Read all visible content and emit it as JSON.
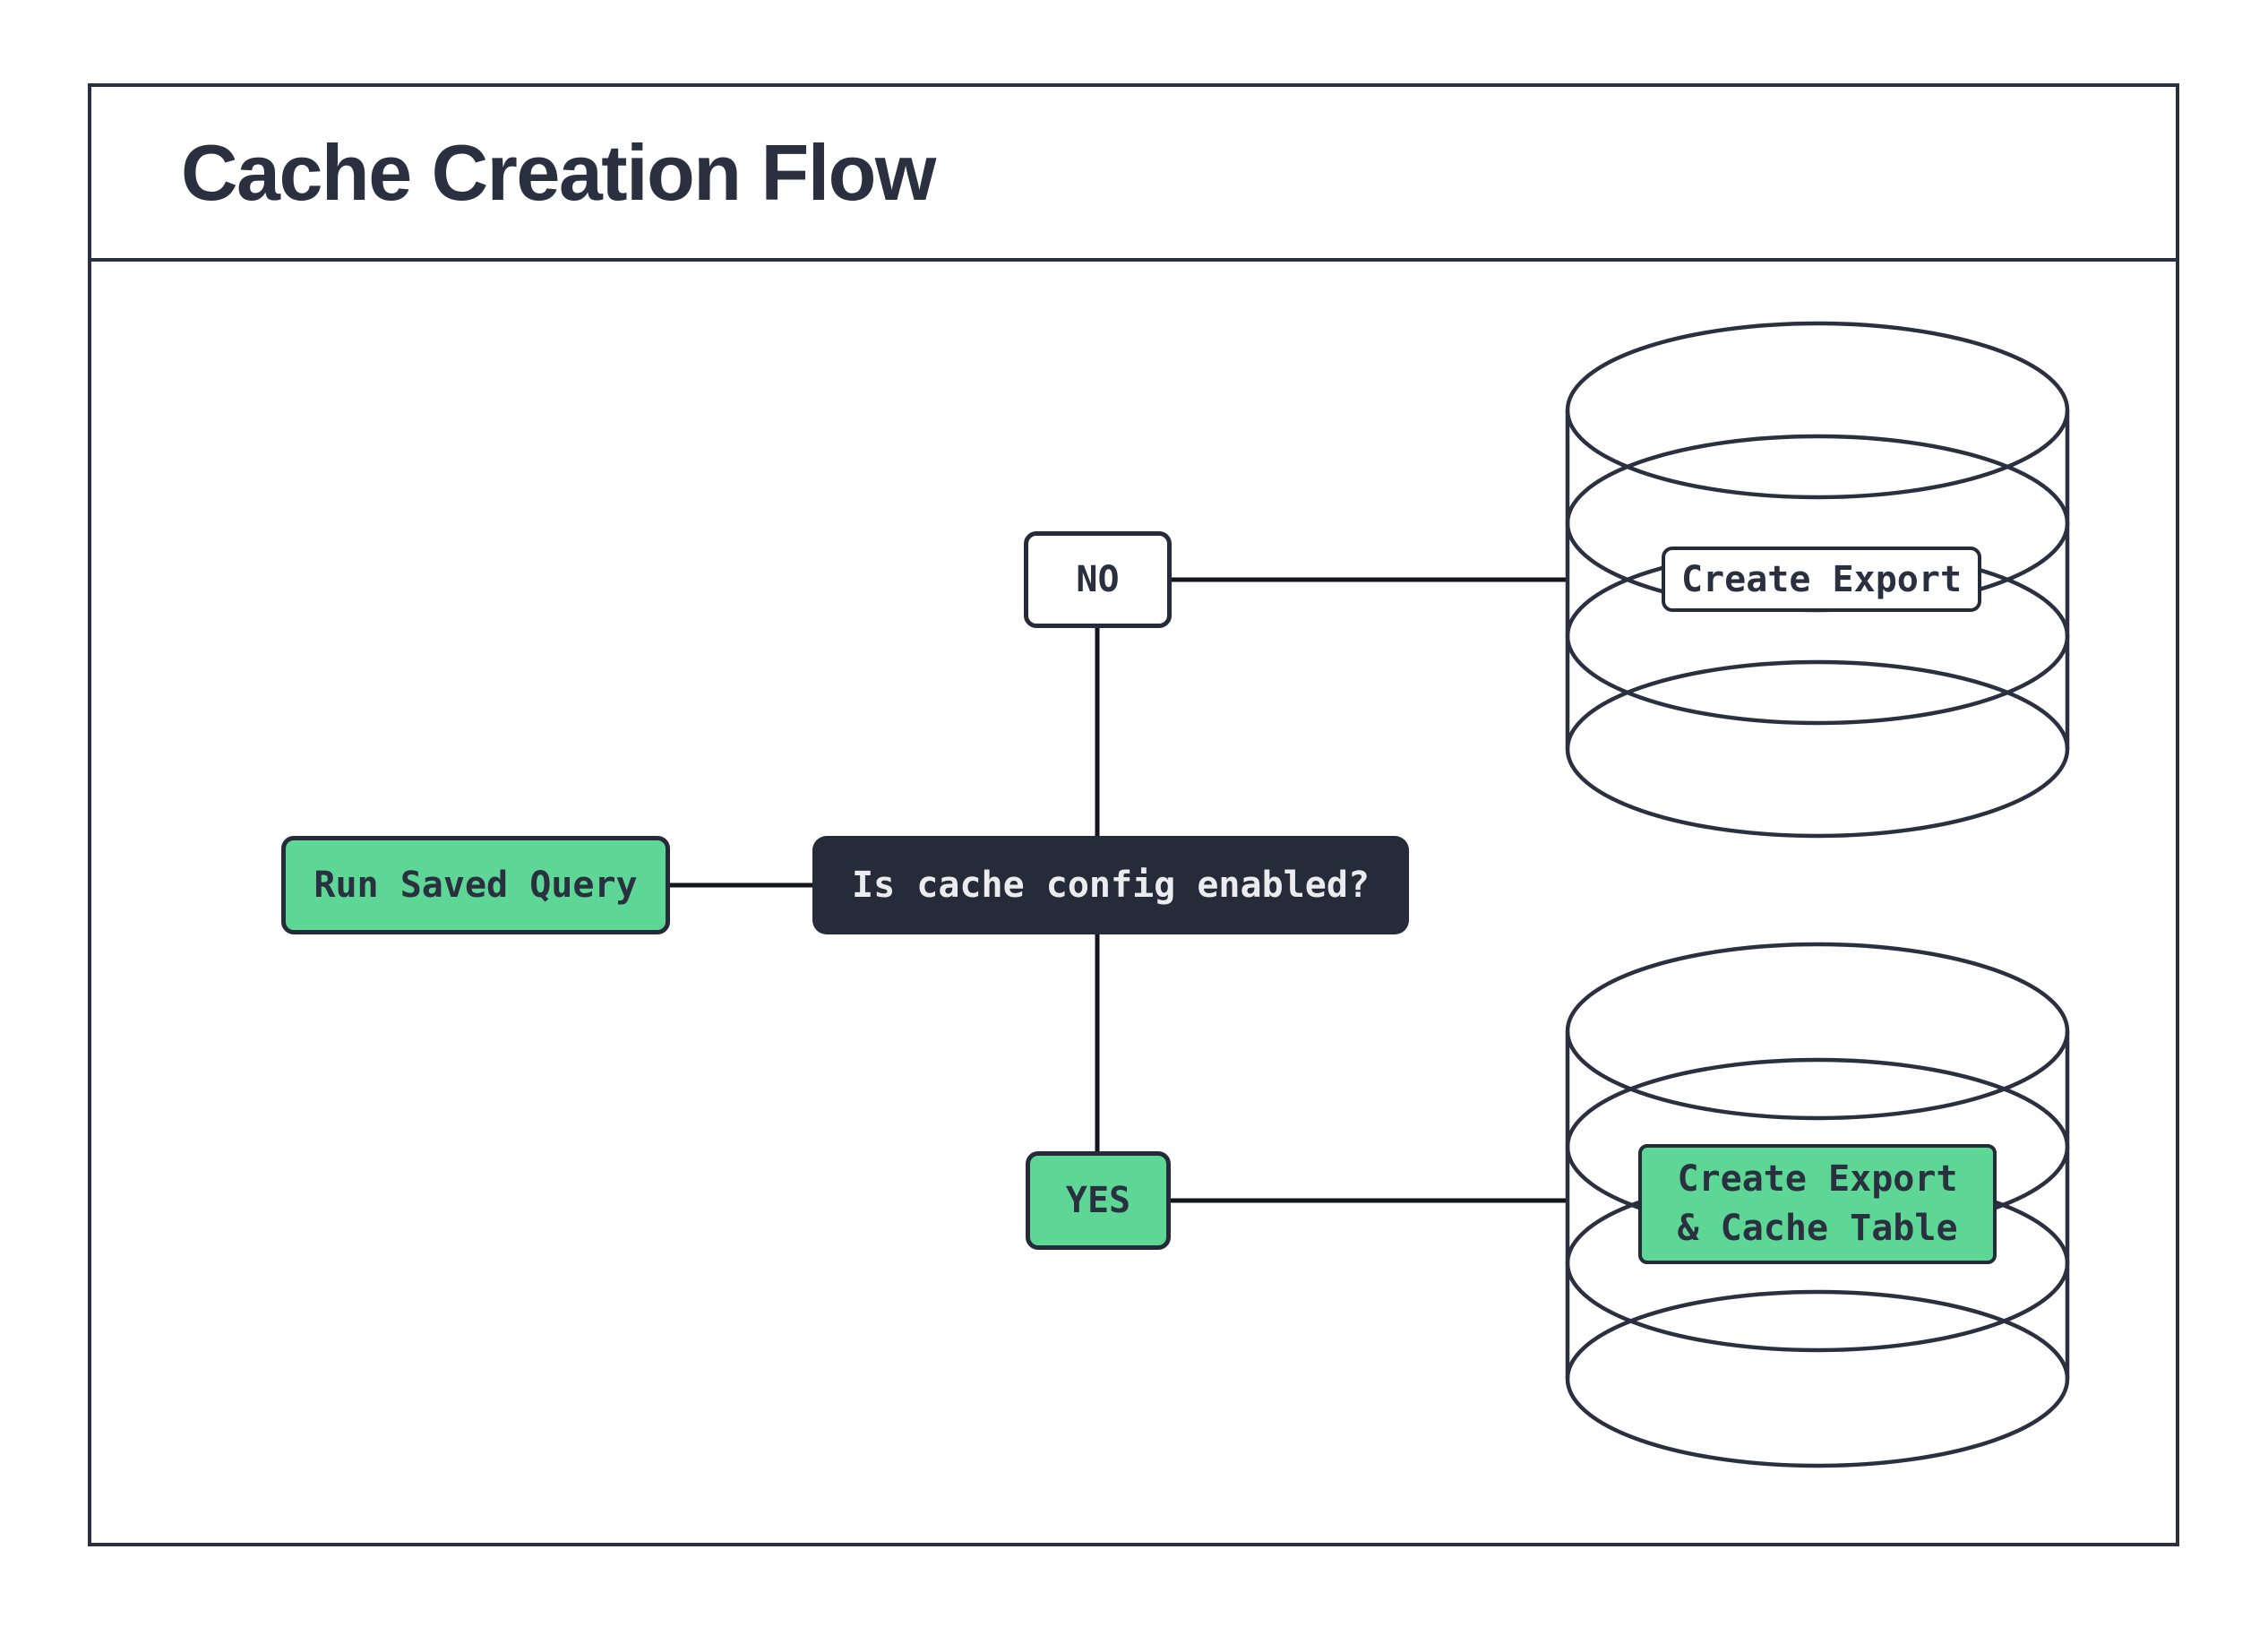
{
  "title": "Cache Creation Flow",
  "colors": {
    "green": "#5ed695",
    "navy": "#2a3040",
    "dark": "#262b3a",
    "line": "#14161e",
    "light": "#ebecee",
    "bg": "#ffffff"
  },
  "nodes": {
    "run_saved_query": {
      "label": "Run Saved Query",
      "type": "process"
    },
    "decision": {
      "label": "Is cache config enabled?",
      "type": "decision"
    },
    "no": {
      "label": "NO",
      "type": "branch"
    },
    "yes": {
      "label": "YES",
      "type": "branch"
    },
    "create_export": {
      "label": "Create Export",
      "type": "database-action"
    },
    "create_export_cache": {
      "line1": "Create Export",
      "line2": "& Cache Table",
      "type": "database-action"
    }
  },
  "edges": [
    {
      "from": "run_saved_query",
      "to": "decision"
    },
    {
      "from": "decision",
      "to": "no"
    },
    {
      "from": "no",
      "to": "create_export"
    },
    {
      "from": "decision",
      "to": "yes"
    },
    {
      "from": "yes",
      "to": "create_export_cache"
    }
  ]
}
